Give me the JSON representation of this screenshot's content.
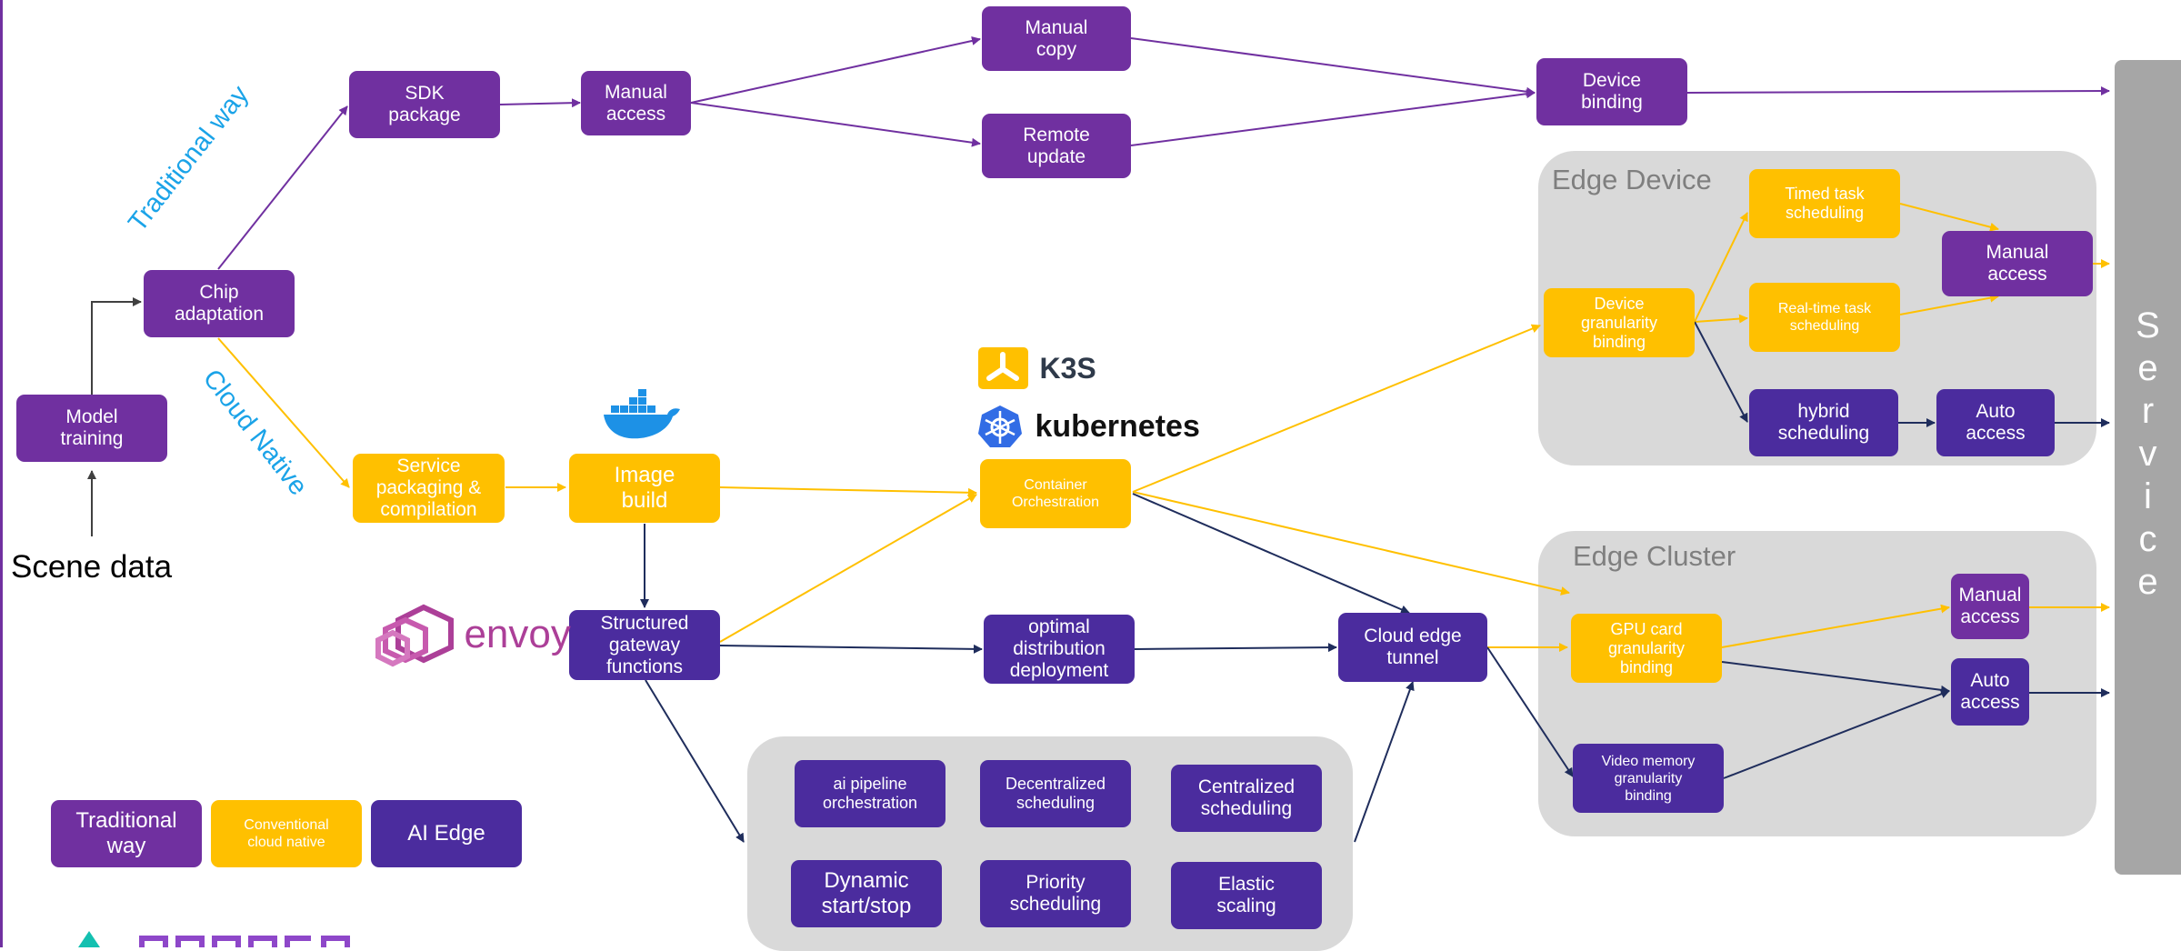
{
  "colors": {
    "traditional": "#7030a0",
    "cloud_native": "#ffc000",
    "ai_edge": "#4b2c9e",
    "panel": "#d9d9d9",
    "service": "#a6a6a6",
    "label_blue": "#1aa3e8"
  },
  "labels": {
    "traditional_way": "Traditional way",
    "cloud_native": "Cloud Native",
    "scene_data": "Scene data",
    "edge_device": "Edge Device",
    "edge_cluster": "Edge Cluster",
    "service": "Service",
    "k3s": "K3S",
    "kubernetes": "kubernetes",
    "envoy": "envoy"
  },
  "boxes": {
    "model_training": "Model\ntraining",
    "chip_adaptation": "Chip\nadaptation",
    "sdk_package": "SDK\npackage",
    "manual_access_top": "Manual\naccess",
    "manual_copy": "Manual\ncopy",
    "remote_update": "Remote\nupdate",
    "device_binding": "Device\nbinding",
    "service_packaging": "Service\npackaging &\ncompilation",
    "image_build": "Image\nbuild",
    "container_orchestration": "Container\nOrchestration",
    "structured_gateway": "Structured\ngateway\nfunctions",
    "optimal_distribution": "optimal\ndistribution\ndeployment",
    "cloud_edge_tunnel": "Cloud edge\ntunnel",
    "device_granularity": "Device\ngranularity\nbinding",
    "timed_task": "Timed task\nscheduling",
    "realtime_task": "Real-time task\nscheduling",
    "manual_access_device": "Manual\naccess",
    "hybrid_scheduling": "hybrid\nscheduling",
    "auto_access_device": "Auto\naccess",
    "gpu_card": "GPU card\ngranularity\nbinding",
    "video_memory": "Video memory\ngranularity\nbinding",
    "manual_access_cluster": "Manual\naccess",
    "auto_access_cluster": "Auto\naccess",
    "ai_pipeline": "ai pipeline\norchestration",
    "decentralized": "Decentralized\nscheduling",
    "centralized": "Centralized\nscheduling",
    "dynamic": "Dynamic\nstart/stop",
    "priority": "Priority\nscheduling",
    "elastic": "Elastic\nscaling"
  },
  "legend": {
    "traditional": "Traditional\nway",
    "cloud_native": "Conventional\ncloud native",
    "ai_edge": "AI Edge"
  }
}
